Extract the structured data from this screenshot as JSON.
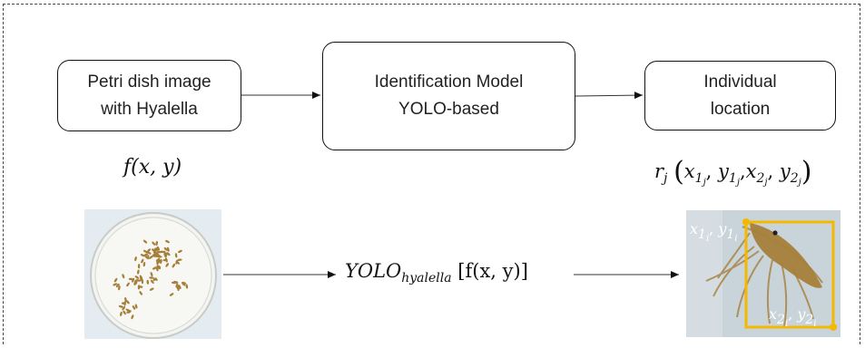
{
  "boxes": {
    "input": {
      "line1": "Petri dish image",
      "line2": "with Hyalella"
    },
    "model": {
      "line1": "Identification Model",
      "line2": "YOLO-based"
    },
    "output": {
      "line1": "Individual",
      "line2": "location"
    }
  },
  "formulas": {
    "f": "f(x, y)",
    "r_letter": "r",
    "r_sub": "j",
    "yolo_main": "YOLO",
    "yolo_sub": "hyalella",
    "yolo_arg": "[f(x, y)]",
    "x": "x",
    "y": "y",
    "one": "1",
    "two": "2",
    "j": "j",
    "i": "i"
  },
  "colors": {
    "bbox": "#f5b800",
    "petri_bg": "#dfe6ee",
    "crop_bg": "#c9d3da",
    "hyalella": "#a67f3a"
  }
}
